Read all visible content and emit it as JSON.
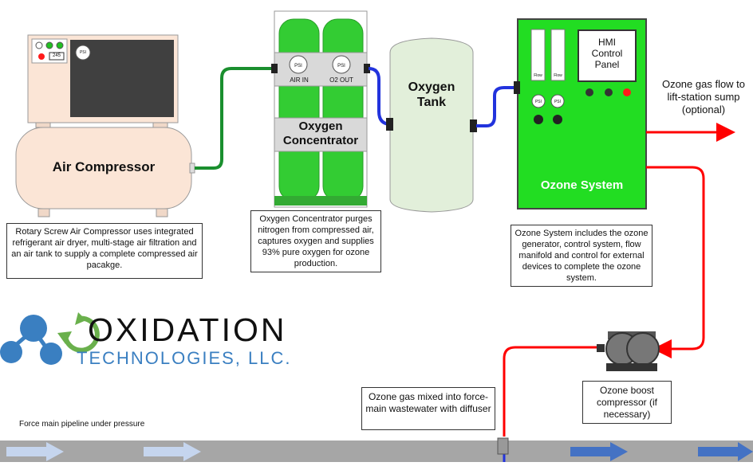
{
  "air_compressor": {
    "title": "Air Compressor",
    "display": "245",
    "gauge": "PSI",
    "caption": "Rotary Screw Air Compressor uses integrated refrigerant air dryer, multi-stage air filtration and an air tank to supply a complete compressed air pacakge."
  },
  "oxygen_concentrator": {
    "title": "Oxygen Concentrator",
    "gauge_left_unit": "PSI",
    "gauge_right_unit": "PSI",
    "gauge_left_label": "AIR IN",
    "gauge_right_label": "O2 OUT",
    "caption": "Oxygen Concentrator purges nitrogen from compressed air, captures oxygen and supplies 93% pure oxygen for ozone production."
  },
  "oxygen_tank": {
    "title": "Oxygen Tank"
  },
  "ozone_system": {
    "title": "Ozone System",
    "hmi_label": "HMI Control Panel",
    "flow_left": "Flow",
    "flow_right": "Flow",
    "gauge_left_unit": "PSI",
    "gauge_right_unit": "PSI",
    "caption": "Ozone System includes the ozone generator, control system, flow manifold and control for external devices to complete the ozone system."
  },
  "ozone_flow_note": "Ozone gas flow to lift-station sump (optional)",
  "boost_compressor": {
    "caption": "Ozone boost compressor (if necessary)"
  },
  "diffuser_caption": "Ozone gas mixed into force-main wastewater with diffuser",
  "pipeline_label": "Force main pipeline under pressure",
  "logo": {
    "name": "OXIDATION",
    "sub": "TECHNOLOGIES, LLC."
  },
  "colors": {
    "compressor_body": "#fbe5d6",
    "compressor_panel": "#404040",
    "concentrator_green": "#33cc33",
    "concentrator_band": "#d9d9d9",
    "tank": "#e2efda",
    "ozone_green": "#22dd22",
    "green_pipe": "#1a8f2e",
    "blue_pipe": "#2233dd",
    "red_pipe": "#ff0000",
    "pipeline_gray": "#a6a6a6",
    "flow_arrow": "#4472c4",
    "logo_blue": "#3a7fc1",
    "logo_green": "#6ab04c"
  }
}
